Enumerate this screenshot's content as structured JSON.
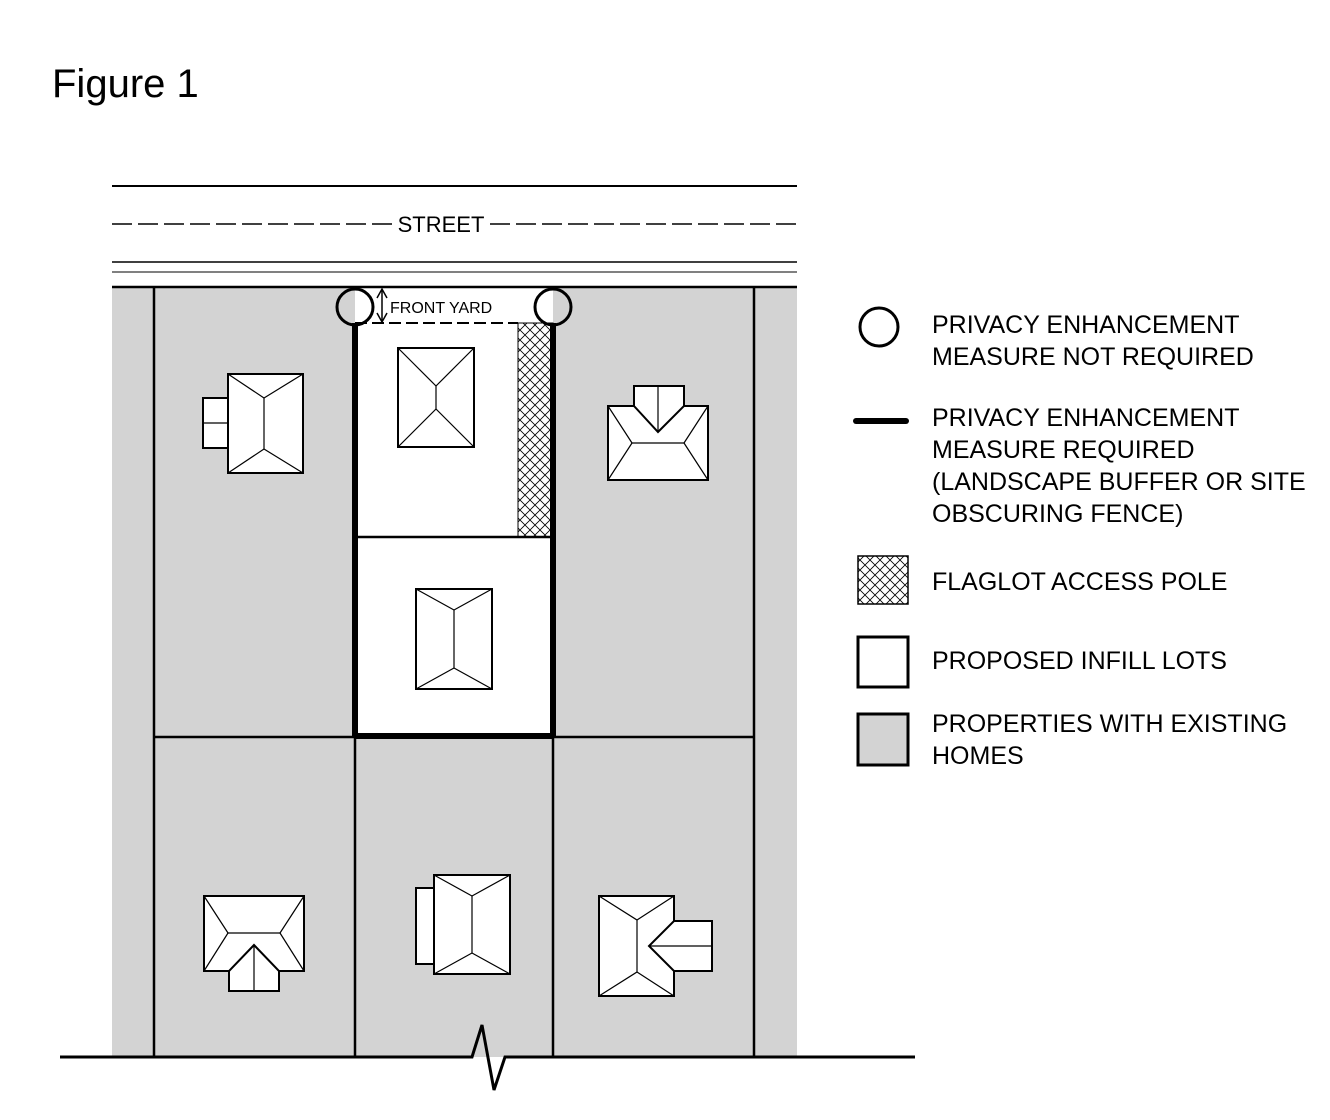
{
  "figure_title": "Figure 1",
  "street_label": "STREET",
  "front_yard_label": "FRONT YARD",
  "legend": {
    "circle": "PRIVACY ENHANCEMENT\nMEASURE NOT REQUIRED",
    "thick_line": "PRIVACY ENHANCEMENT\nMEASURE REQUIRED\n(LANDSCAPE BUFFER OR SITE\nOBSCURING FENCE)",
    "hatched": "FLAGLOT ACCESS POLE",
    "white_box": "PROPOSED INFILL LOTS",
    "gray_box": "PROPERTIES WITH EXISTING\nHOMES"
  },
  "colors": {
    "existing_property": "#d3d3d3",
    "proposed_lot": "#ffffff",
    "line": "#000000"
  }
}
